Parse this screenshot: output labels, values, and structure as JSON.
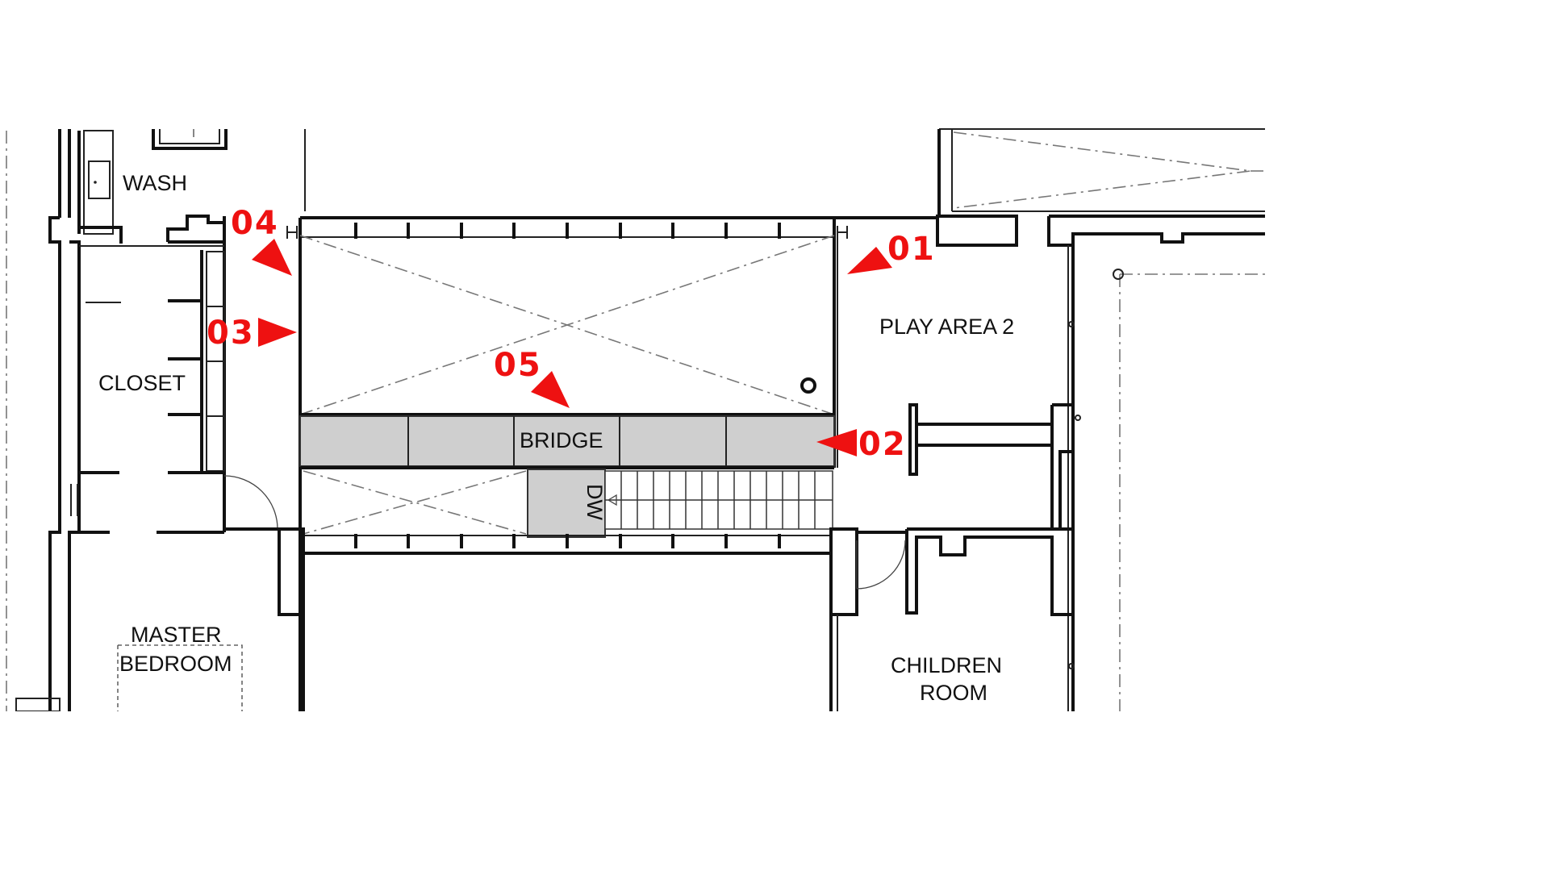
{
  "rooms": {
    "wash": "WASH",
    "closet": "CLOSET",
    "play_area": "PLAY AREA 2",
    "bridge": "BRIDGE",
    "dw": "DW",
    "master_line1": "MASTER",
    "master_line2": "BEDROOM",
    "children_line1": "CHILDREN",
    "children_line2": "ROOM"
  },
  "markers": [
    {
      "id": "01",
      "label": "01"
    },
    {
      "id": "02",
      "label": "02"
    },
    {
      "id": "03",
      "label": "03"
    },
    {
      "id": "04",
      "label": "04"
    },
    {
      "id": "05",
      "label": "05"
    }
  ],
  "colors": {
    "marker": "#ee1111",
    "bridge_fill": "#cfcfcf",
    "wall": "#111111"
  }
}
